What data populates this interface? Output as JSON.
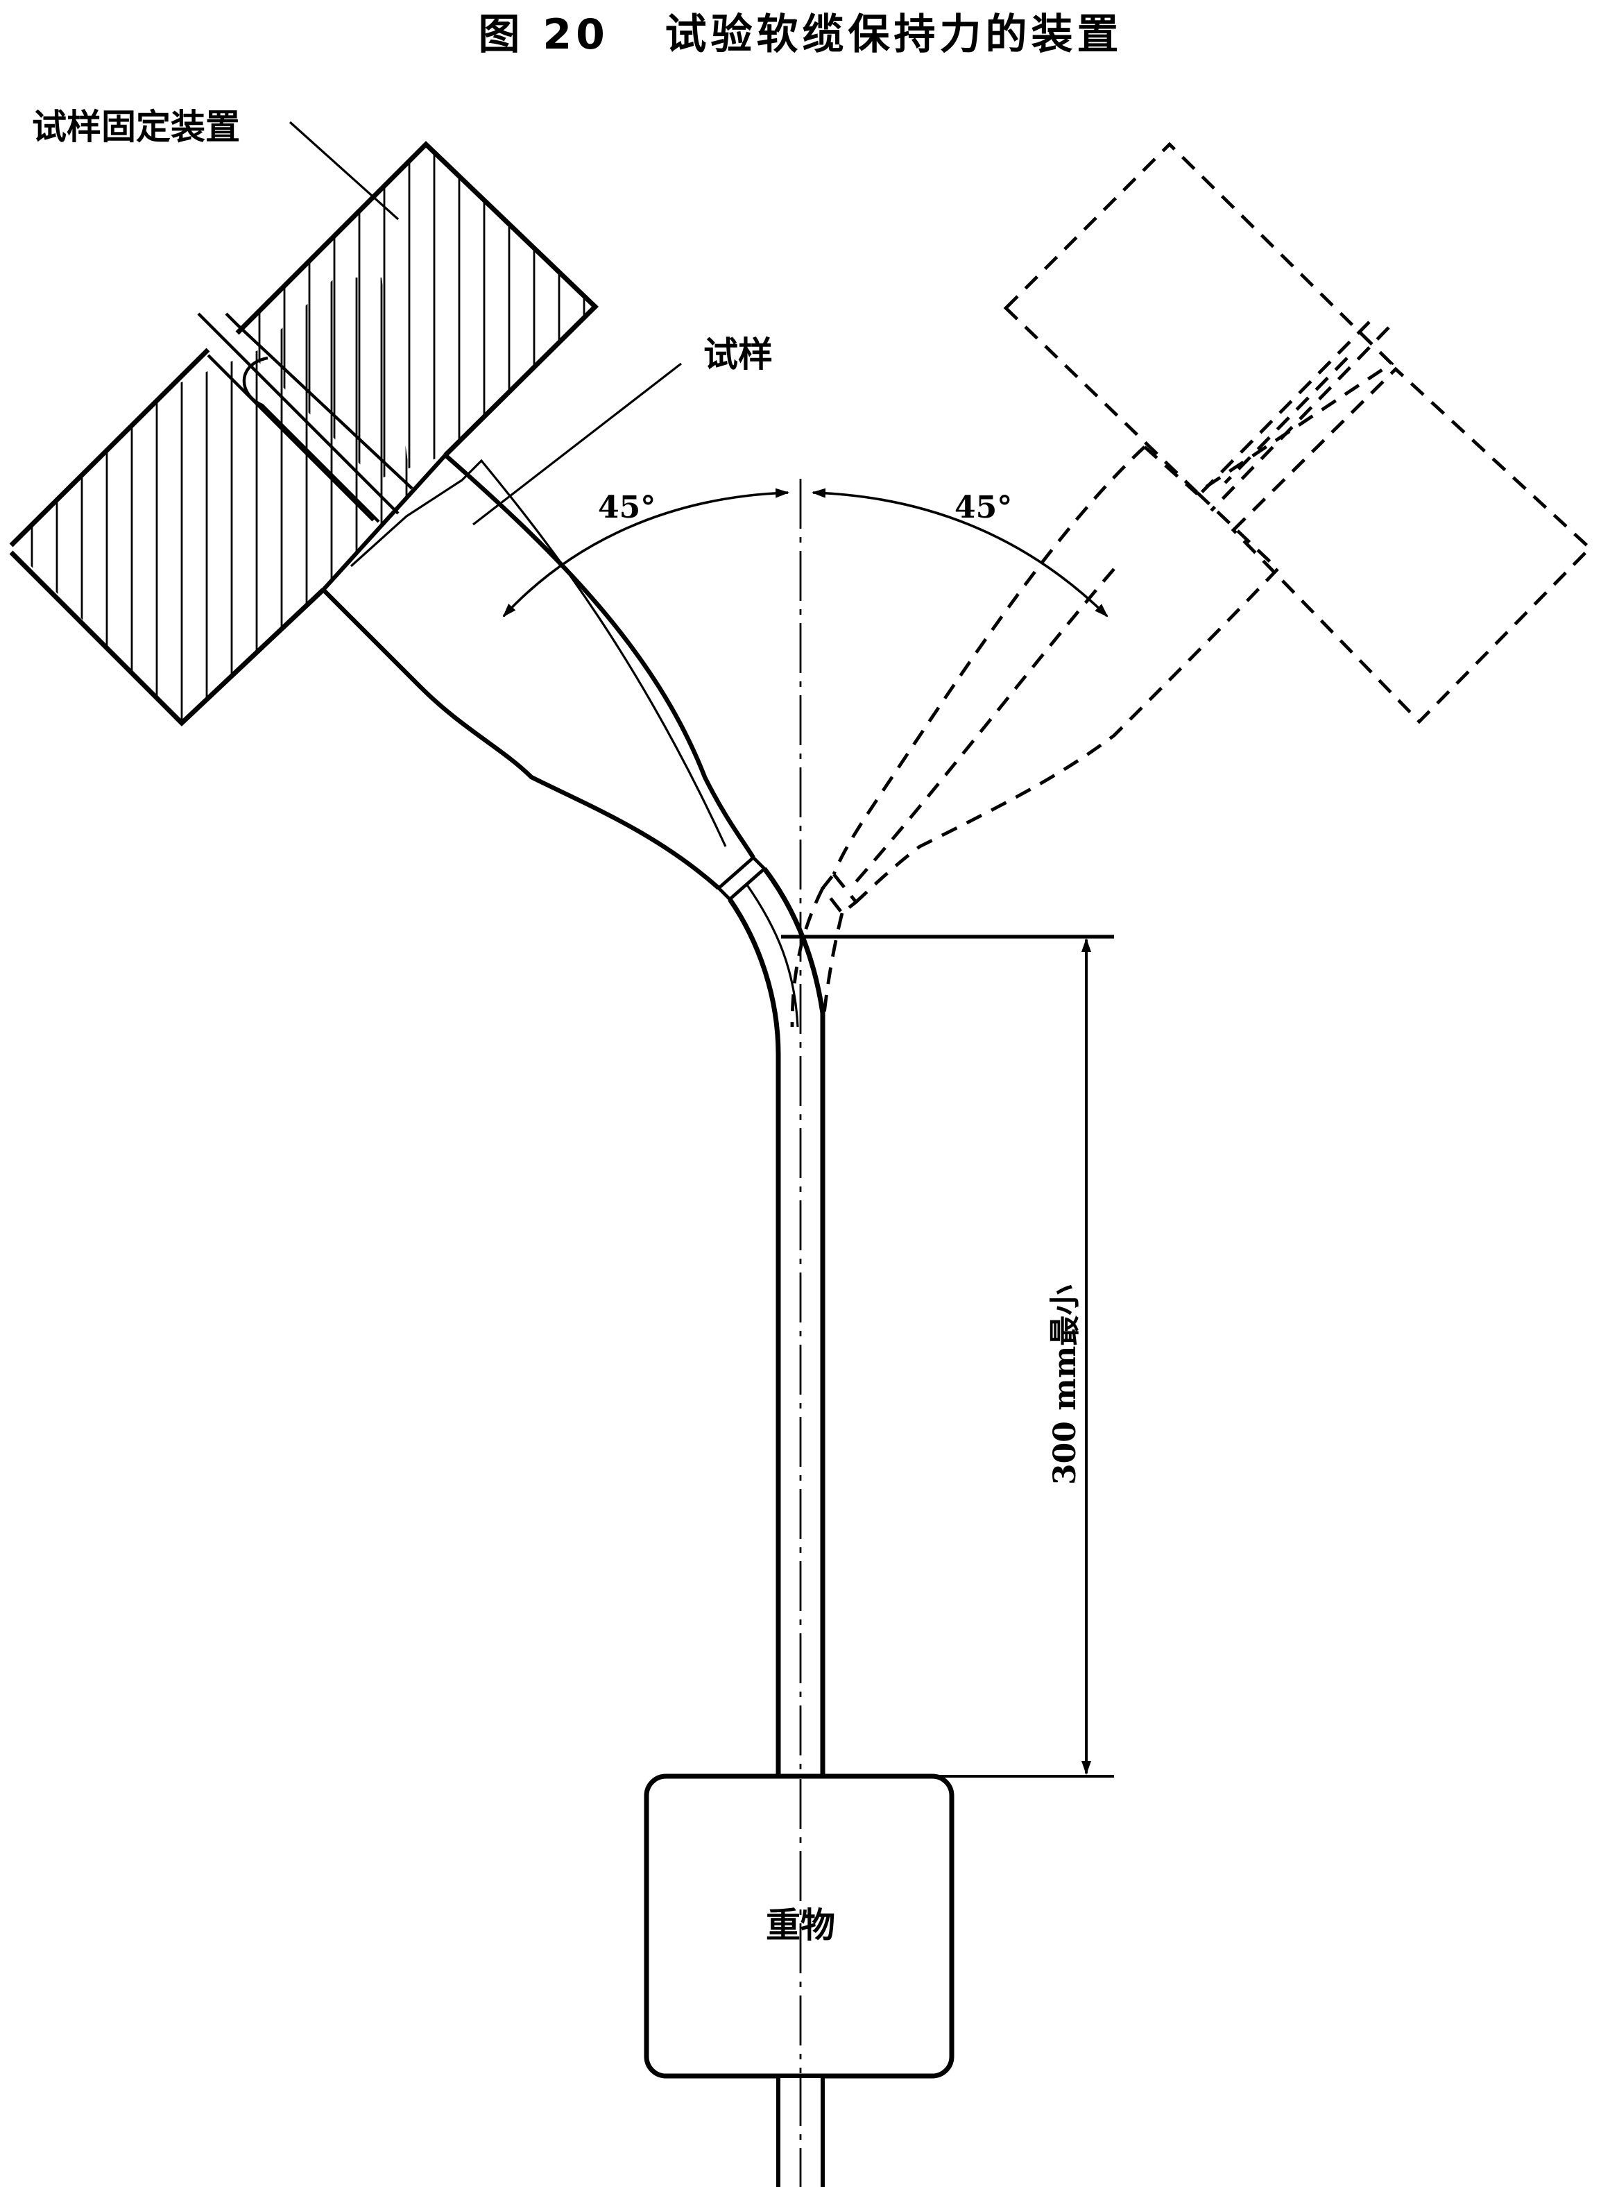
{
  "figure": {
    "title": "图 20   试验软缆保持力的装置"
  },
  "labels": {
    "holder": "试样固定装置",
    "specimen": "试样",
    "angle_left": "45°",
    "angle_right": "45°",
    "length": "300 mm最小",
    "weight": "重物"
  },
  "colors": {
    "line": "#000000",
    "background": "#ffffff"
  }
}
